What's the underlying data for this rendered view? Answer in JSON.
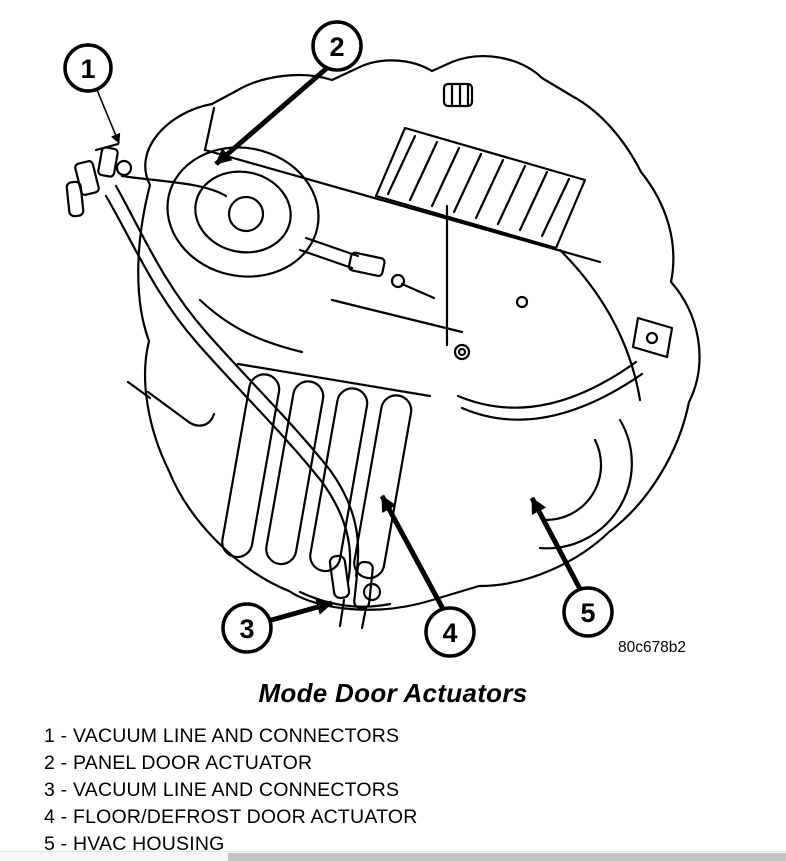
{
  "figure": {
    "title": "Mode Door Actuators",
    "code": "80c678b2",
    "callouts": [
      "1",
      "2",
      "3",
      "4",
      "5"
    ],
    "legend": [
      "1 - VACUUM LINE AND CONNECTORS",
      "2 - PANEL DOOR ACTUATOR",
      "3 - VACUUM LINE AND CONNECTORS",
      "4 - FLOOR/DEFROST DOOR ACTUATOR",
      "5 - HVAC HOUSING"
    ]
  },
  "colors": {
    "line": "#000000",
    "background": "#ffffff",
    "scrollbar_thumb": "#c4c4c4"
  }
}
